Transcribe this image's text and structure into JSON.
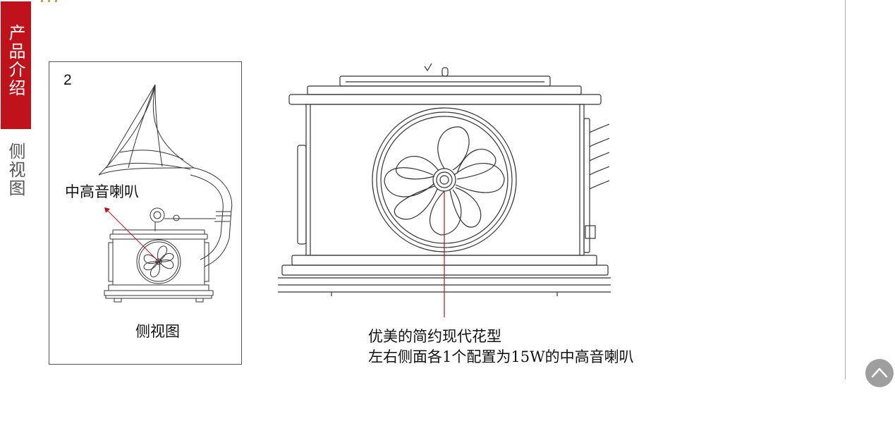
{
  "thumbnail": {
    "number": "2",
    "speaker_label": "中高音喇叭",
    "caption": "侧视图"
  },
  "callout": {
    "line1": "优美的简约现代花型",
    "line2": "左右侧面各1个配置为15W的中高音喇叭"
  },
  "side_nav": {
    "active_tab": "产品介绍",
    "inactive_tab": "侧视图"
  },
  "icons": {
    "back_to_top": "chevron-up-icon"
  },
  "colors": {
    "accent_red": "#c0121a",
    "back_button_gray": "#9e9e9e"
  }
}
